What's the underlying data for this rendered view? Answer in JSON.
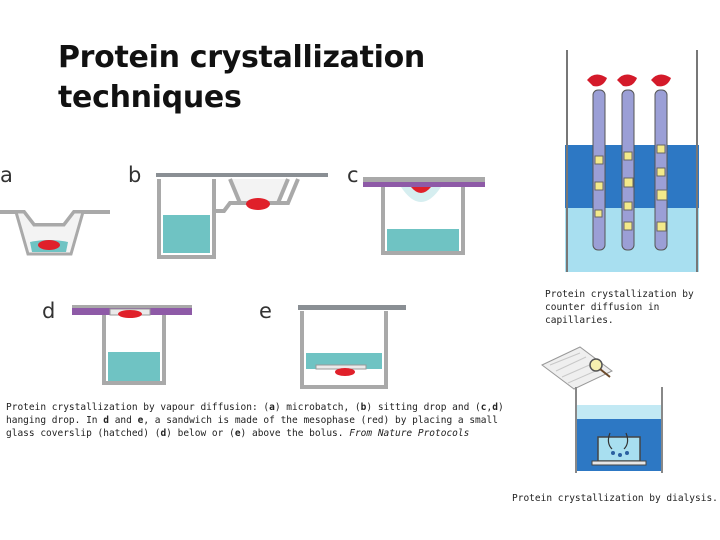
{
  "title_line1": "Protein crystallization",
  "title_line2": "techniques",
  "panels": {
    "a": "a",
    "b": "b",
    "c": "c",
    "d": "d",
    "e": "e"
  },
  "caption_capillaries_line1": "Protein crystallization by",
  "caption_capillaries_line2": "counter diffusion in capillaries.",
  "caption_vapour": {
    "t1": "Protein crystallization by vapour diffusion: (",
    "a": "a",
    "t2": ") microbatch, (",
    "b": "b",
    "t3": ") sitting drop and (",
    "c": "c",
    "comma": ",",
    "d": "d",
    "t4": ")",
    "t5": "hanging drop. In ",
    "d2": "d",
    "t6": " and ",
    "e": "e",
    "t7": ", a sandwich is made of the mesophase (red) by placing a small",
    "t8": "glass coverslip (hatched) (",
    "d3": "d",
    "t9": ") below or (",
    "e2": "e",
    "t10": ") above the bolus. ",
    "source": "From Nature Protocols"
  },
  "caption_dialysis": "Protein crystallization by dialysis.",
  "colors": {
    "well_outline": "#a9a9a9",
    "well_fill": "#f3f3f3",
    "reservoir": "#6fc3c3",
    "protein_drop": "#e0202a",
    "cover_bar": "#8a8f94",
    "mesophase_bar": "#8e5aa7",
    "capillary": "#9b9fd6",
    "buffer_dark": "#2d78c4",
    "buffer_light": "#a8dff0",
    "crystal": "#f3e98a"
  }
}
